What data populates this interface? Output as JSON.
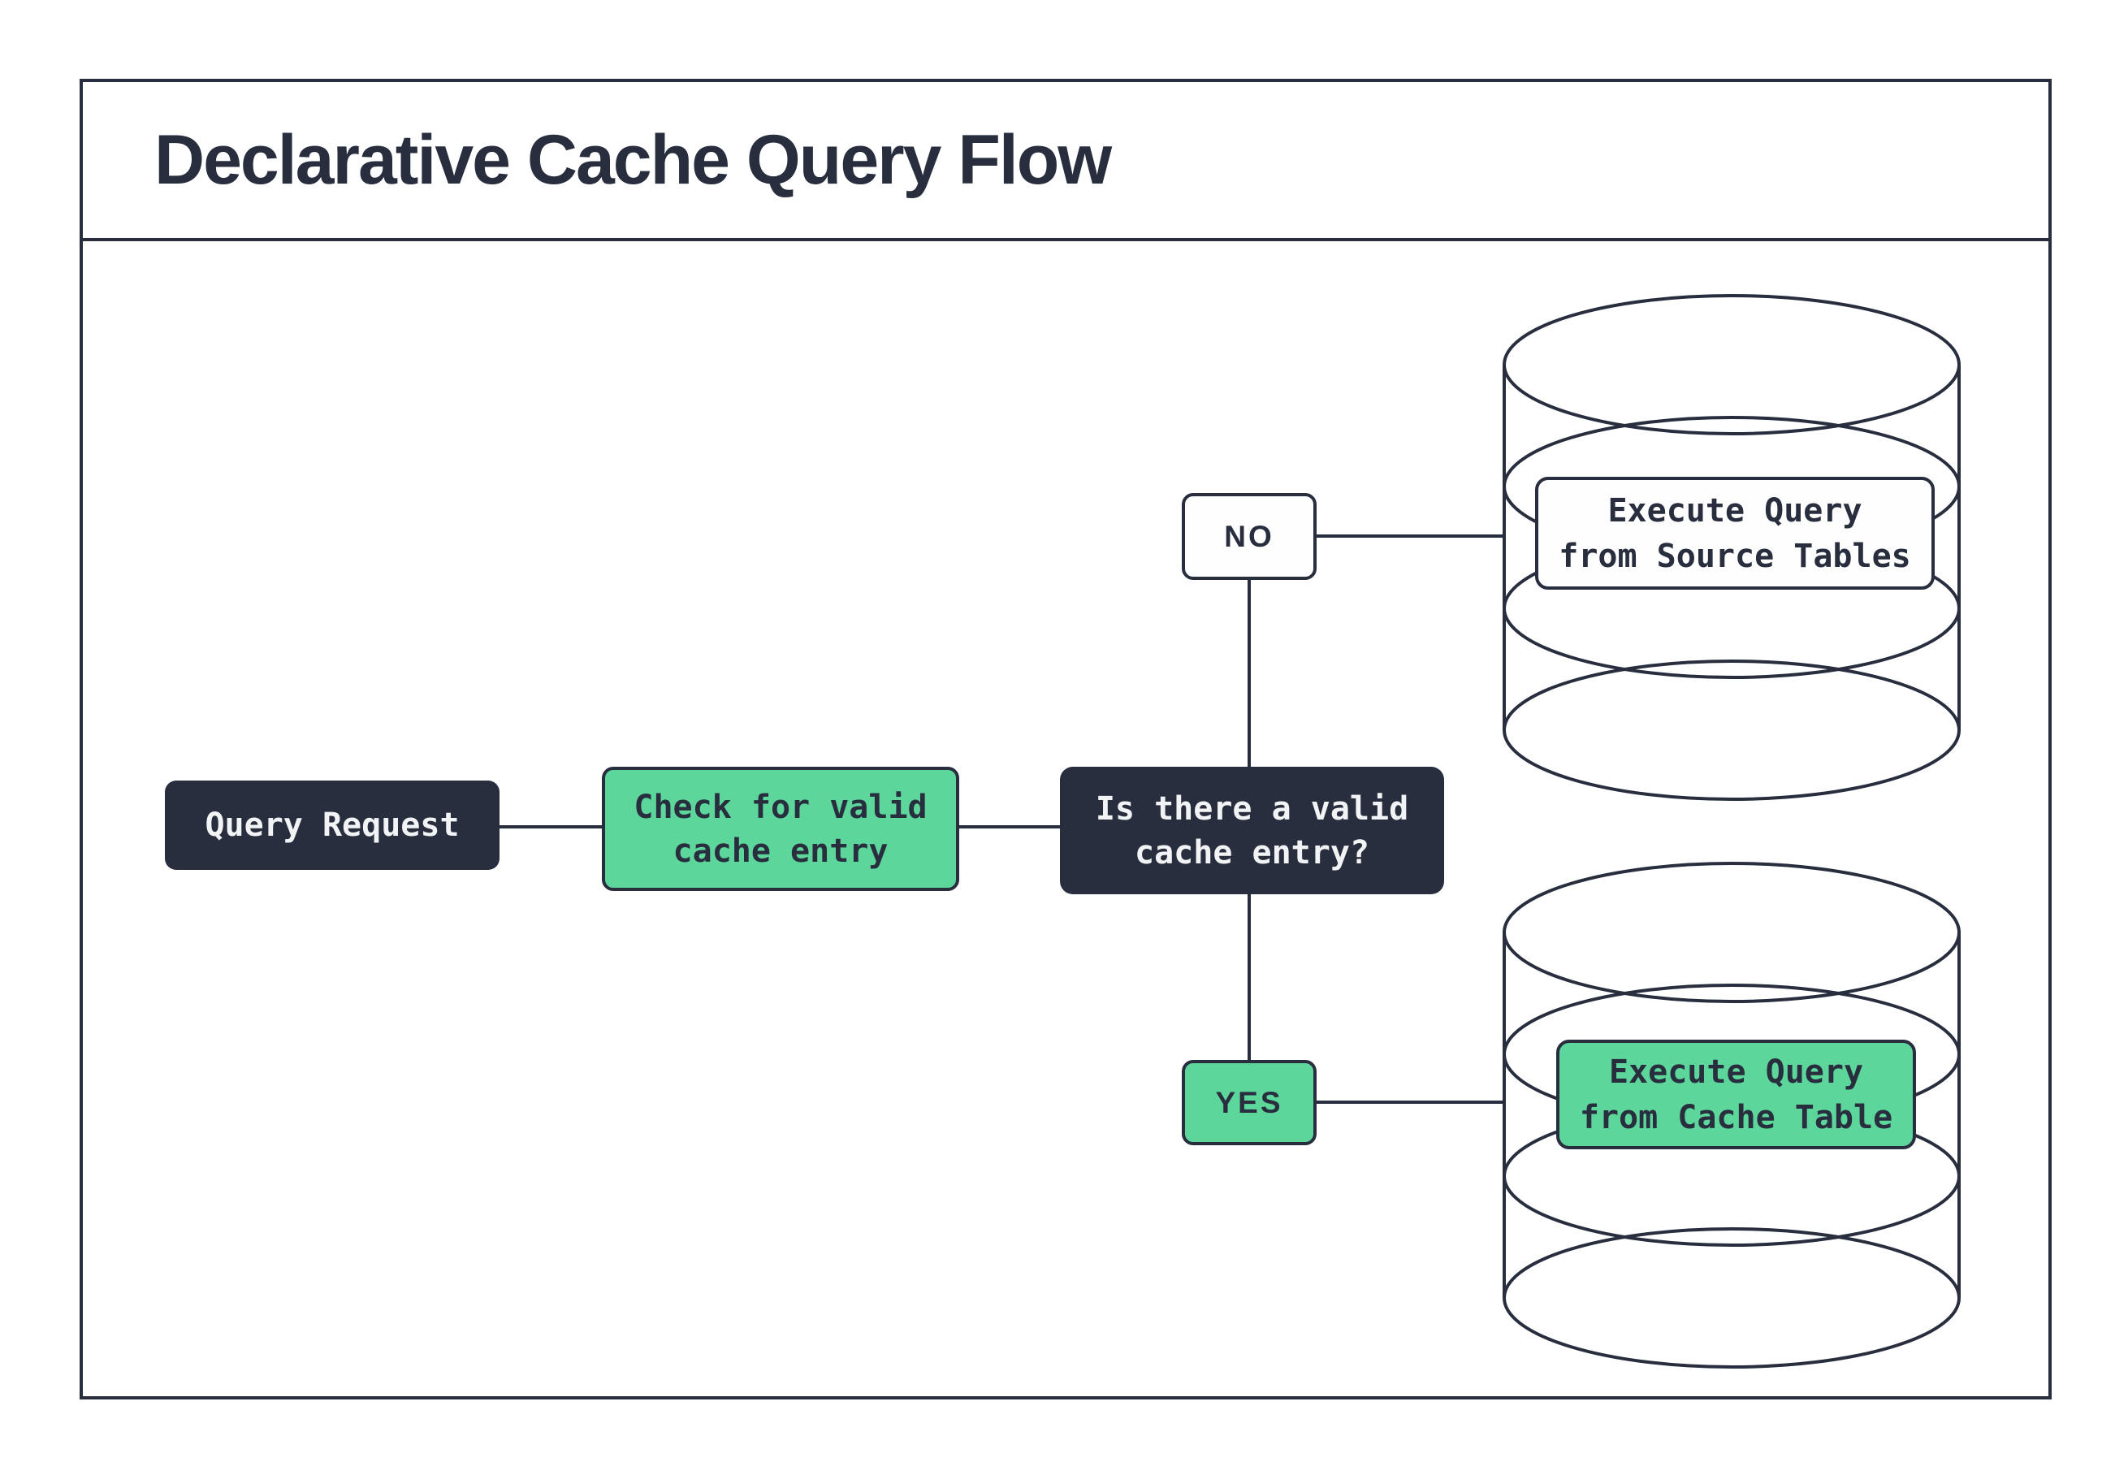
{
  "title": "Declarative Cache Query Flow",
  "colors": {
    "dark_navy": "#282E3E",
    "green": "#5DD69B",
    "light_text": "#F2F3F5",
    "background": "#FFFFFF"
  },
  "nodes": {
    "query_request": "Query Request",
    "check_cache": "Check for valid\ncache entry",
    "decision": "Is there a valid\ncache entry?",
    "branch_no": "NO",
    "branch_yes": "YES",
    "source_db_label": "Execute Query\nfrom Source Tables",
    "cache_db_label": "Execute Query\nfrom Cache Table"
  }
}
